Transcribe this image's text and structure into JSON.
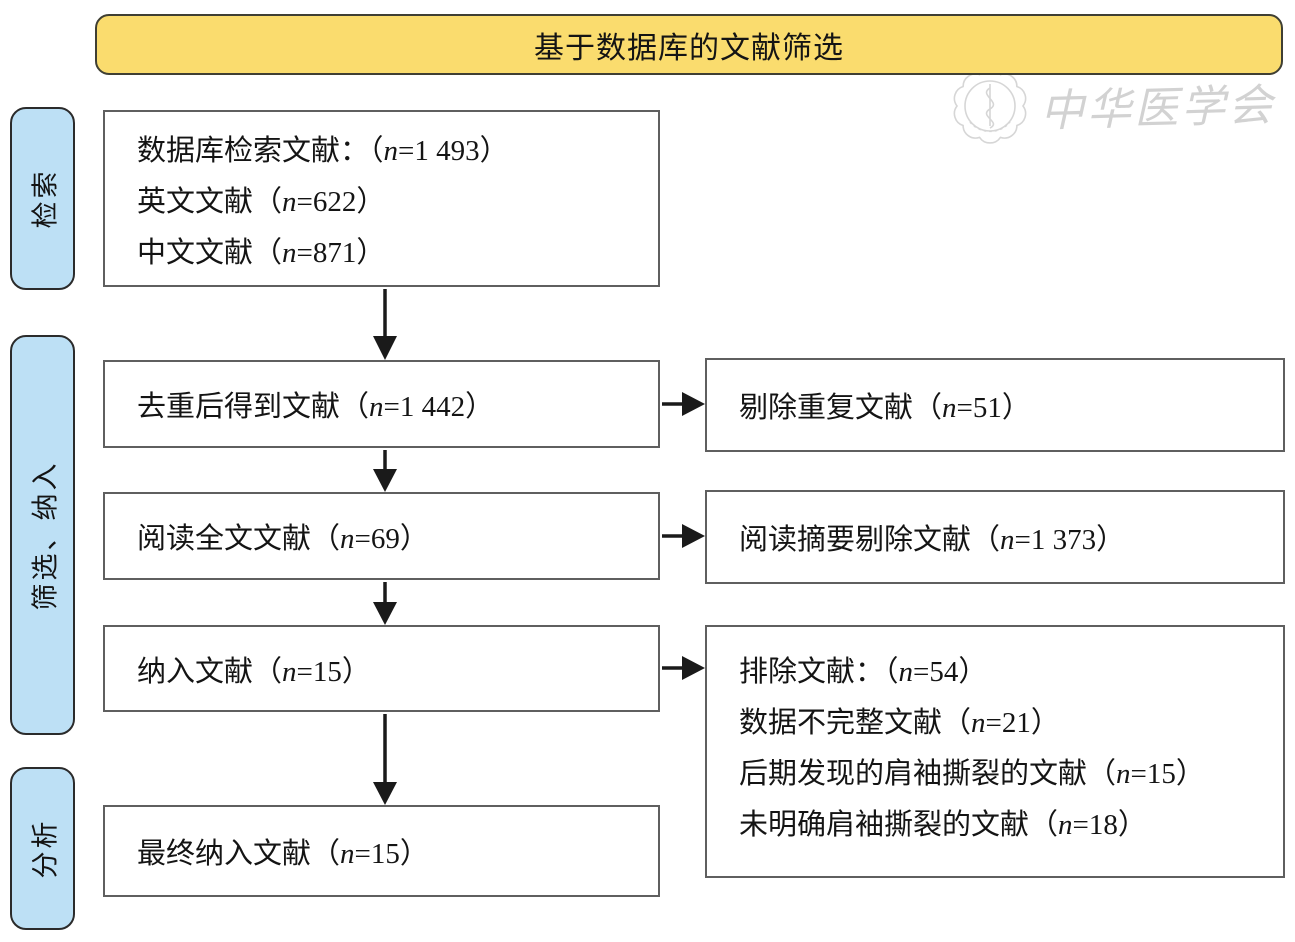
{
  "title": "基于数据库的文献筛选",
  "watermark": {
    "org_name": "中华医学会"
  },
  "stages": [
    {
      "id": "search",
      "label": "检索"
    },
    {
      "id": "screen_include",
      "label": "筛选、纳入"
    },
    {
      "id": "analysis",
      "label": "分析"
    }
  ],
  "boxes": {
    "identified": {
      "lines": [
        "数据库检索文献：（n=1 493）",
        "英文文献（n=622）",
        "中文文献（n=871）"
      ]
    },
    "deduplicated": {
      "lines": [
        "去重后得到文献（n=1 442）"
      ]
    },
    "full_text": {
      "lines": [
        "阅读全文文献（n=69）"
      ]
    },
    "included": {
      "lines": [
        "纳入文献（n=15）"
      ]
    },
    "final_included": {
      "lines": [
        "最终纳入文献（n=15）"
      ]
    },
    "duplicates_removed": {
      "lines": [
        "剔除重复文献（n=51）"
      ]
    },
    "abstract_excluded": {
      "lines": [
        "阅读摘要剔除文献（n=1 373）"
      ]
    },
    "excluded": {
      "lines": [
        "排除文献：（n=54）",
        "数据不完整文献（n=21）",
        "后期发现的肩袖撕裂的文献（n=15）",
        "未明确肩袖撕裂的文献（n=18）"
      ]
    }
  },
  "colors": {
    "header_bg": "#FADC6E",
    "stage_bg": "#BDE0F5",
    "box_border": "#5f5f5f",
    "arrow": "#1a1a1a",
    "watermark": "#c3c3c3"
  }
}
